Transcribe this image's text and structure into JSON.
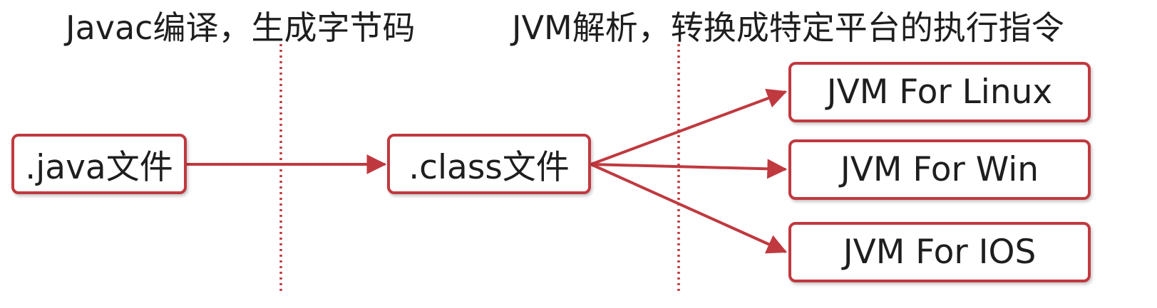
{
  "headings": {
    "compile": "Javac编译，生成字节码",
    "interpret": "JVM解析，转换成特定平台的执行指令"
  },
  "nodes": {
    "source_file": ".java文件",
    "class_file": ".class文件",
    "jvm_linux": "JVM For Linux",
    "jvm_win": "JVM For Win",
    "jvm_ios": "JVM For IOS"
  },
  "colors": {
    "accent": "#c0393f",
    "text": "#1e1e1e",
    "background": "#ffffff"
  }
}
